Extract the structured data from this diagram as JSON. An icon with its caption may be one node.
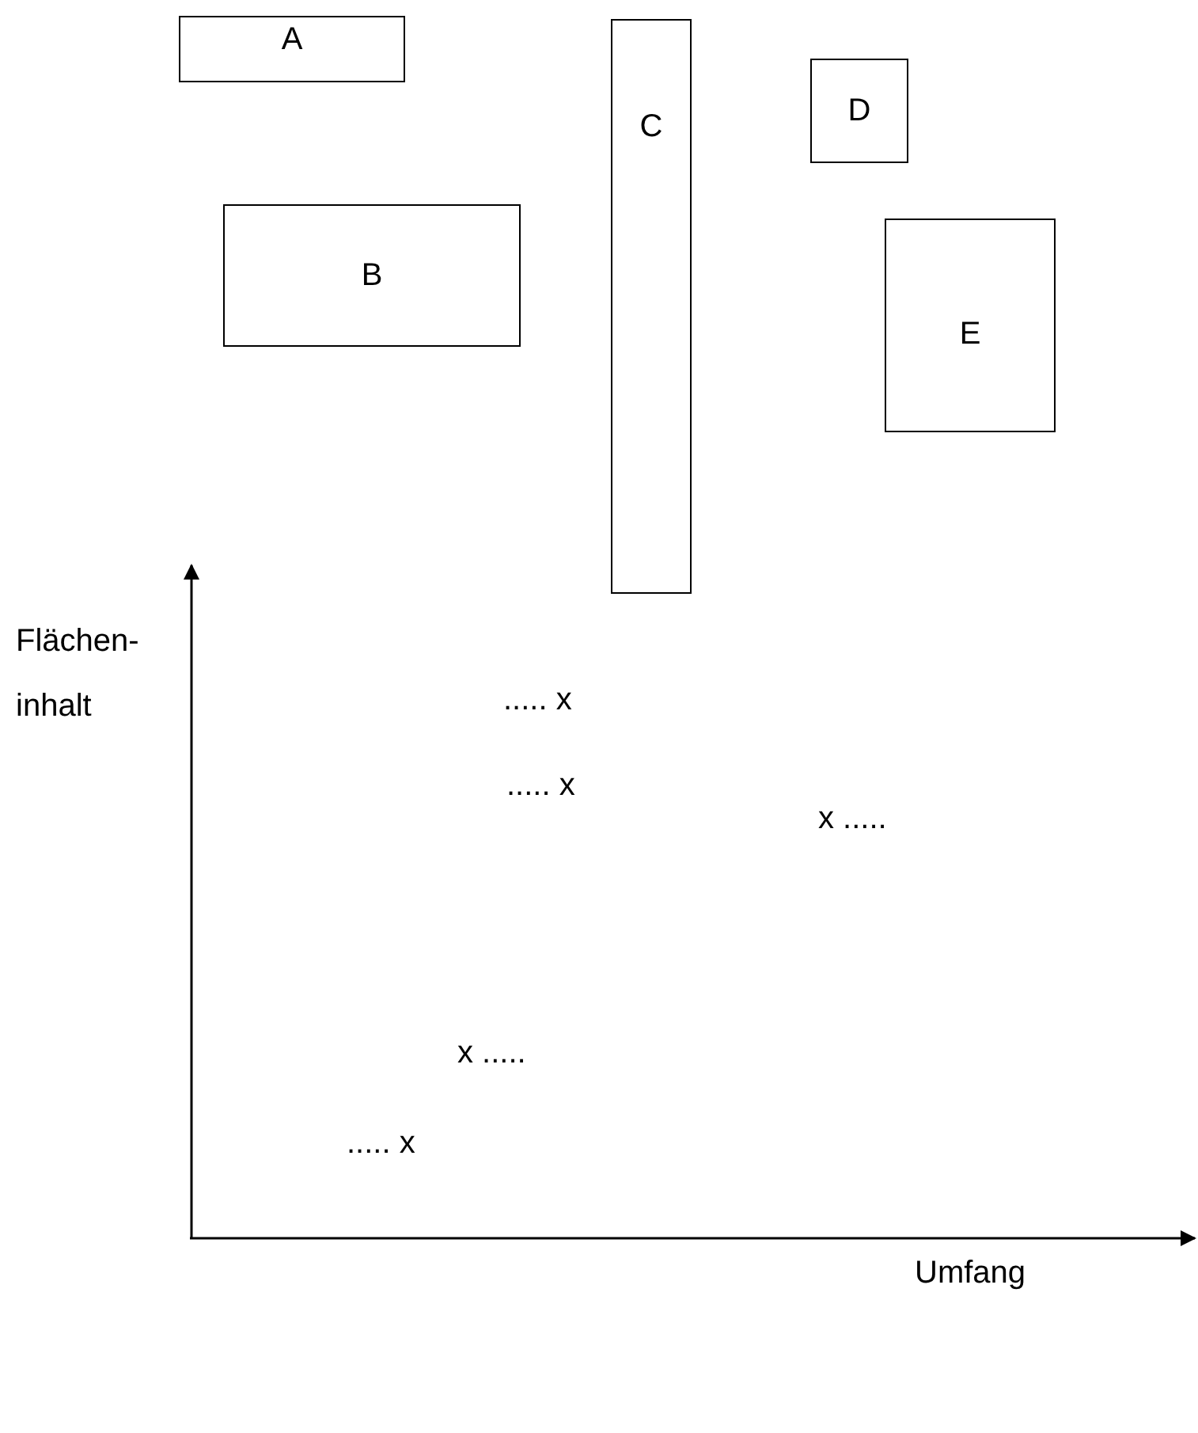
{
  "diagram": {
    "nodes": [
      {
        "text": [
          "A"
        ]
      },
      {
        "text": [
          "B"
        ]
      },
      {
        "text": [
          "C"
        ]
      },
      {
        "text": [
          "D"
        ]
      },
      {
        "text": [
          "E"
        ]
      }
    ],
    "labels": [
      "Flächen- inhalt",
      "..... x",
      "..... x",
      "x .....",
      "x .....",
      "..... x",
      "Umfang"
    ]
  }
}
